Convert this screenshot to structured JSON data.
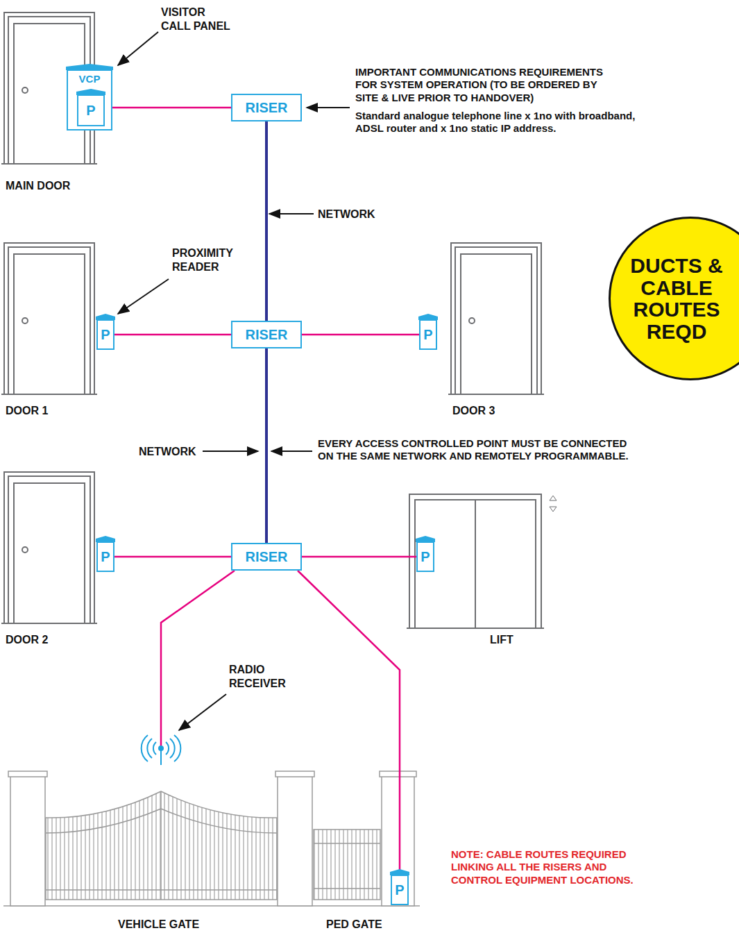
{
  "diagram": {
    "nodes": [
      {
        "text": [
          "VCP"
        ]
      },
      {
        "text": [
          "P"
        ],
        "in": 0
      },
      {
        "text": [
          "RISER"
        ]
      },
      {
        "text": [
          "DUCTS & CABLE ROUTES REQD"
        ]
      },
      {
        "text": [
          "P"
        ]
      },
      {
        "text": [
          "RISER"
        ]
      },
      {
        "text": [
          "P"
        ]
      },
      {
        "text": [
          "P"
        ]
      },
      {
        "text": [
          "RISER"
        ]
      },
      {
        "text": [
          "P"
        ]
      },
      {
        "text": [
          "P"
        ]
      }
    ],
    "edges": [
      {
        "from": 0,
        "to": 2,
        "arrow": "none"
      },
      {
        "from": 2,
        "to": 5,
        "arrow": "none"
      },
      {
        "from": 4,
        "to": 5,
        "arrow": "none"
      },
      {
        "from": 5,
        "to": 6,
        "arrow": "none"
      },
      {
        "from": 5,
        "to": 8,
        "arrow": "none"
      },
      {
        "from": 7,
        "to": 8,
        "arrow": "none"
      },
      {
        "from": 8,
        "to": 9,
        "arrow": "none"
      },
      {
        "from": 8,
        "to": 10,
        "arrow": "none"
      }
    ],
    "labels": [
      "VISITOR CALL PANEL",
      "MAIN DOOR",
      "IMPORTANT COMMUNICATIONS REQUIREMENTS FOR SYSTEM OPERATION (TO BE ORDERED BY SITE & LIVE PRIOR TO HANDOVER)",
      "Standard analogue telephone line x 1no with broadband, ADSL router and x 1no static IP address.",
      "NETWORK",
      "PROXIMITY READER",
      "DOOR 1",
      "DOOR 3",
      "NETWORK",
      "EVERY ACCESS CONTROLLED POINT MUST BE CONNECTED ON THE SAME NETWORK AND REMOTELY PROGRAMMABLE.",
      "DOOR 2",
      "LIFT",
      "RADIO RECEIVER",
      "VEHICLE GATE",
      "PED GATE",
      "NOTE: CABLE ROUTES REQUIRED LINKING ALL THE RISERS AND CONTROL EQUIPMENT LOCATIONS."
    ]
  }
}
